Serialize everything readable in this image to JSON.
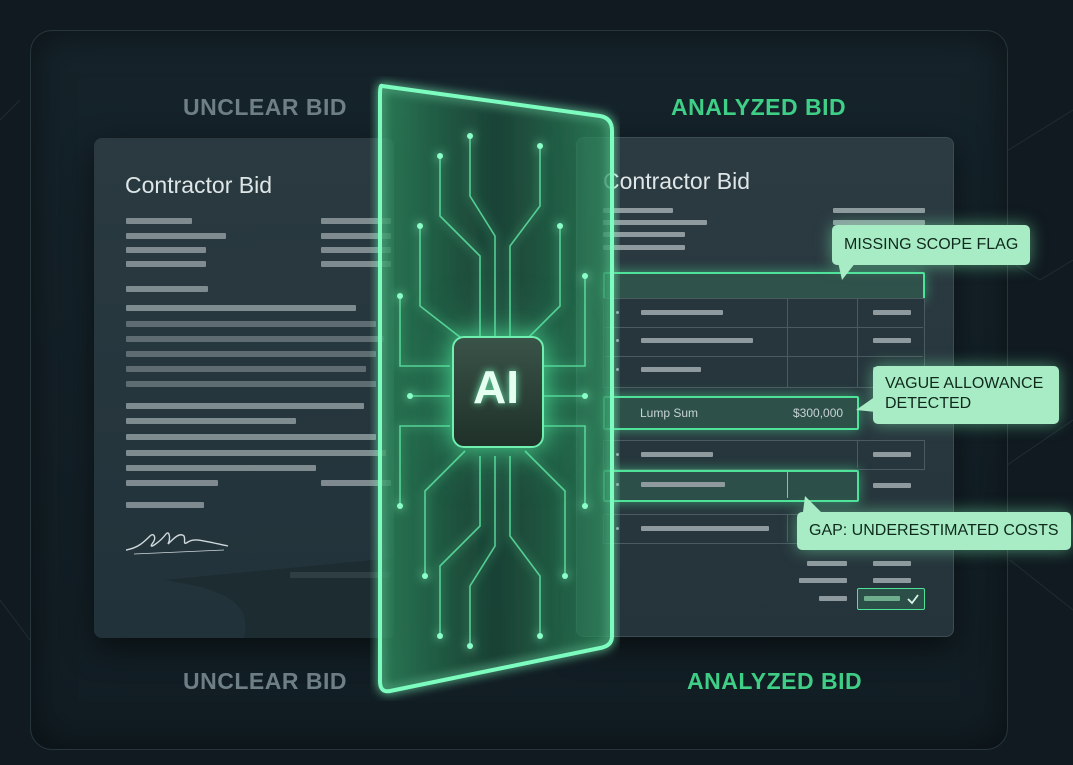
{
  "left_panel": {
    "heading_top": "UNCLEAR BID",
    "heading_bottom": "UNCLEAR BID",
    "doc_title": "Contractor Bid"
  },
  "right_panel": {
    "heading_top": "ANALYZED BID",
    "heading_bottom": "ANALYZED BID",
    "doc_title": "Contractor Bid",
    "lump_sum_label": "Lump Sum",
    "lump_sum_value": "$300,000"
  },
  "center": {
    "chip_label": "AI"
  },
  "callouts": {
    "missing_scope": "MISSING SCOPE FLAG",
    "vague_allowance_line1": "VAGUE ALLOWANCE",
    "vague_allowance_line2": "DETECTED",
    "gap": "GAP: UNDERESTIMATED COSTS"
  },
  "icons": {
    "signature": "signature-icon",
    "check": "check-icon",
    "chip": "ai-chip-icon"
  },
  "colors": {
    "accent_green": "#4fe39a",
    "callout_bg": "#a8ecc5",
    "background": "#101a20"
  }
}
